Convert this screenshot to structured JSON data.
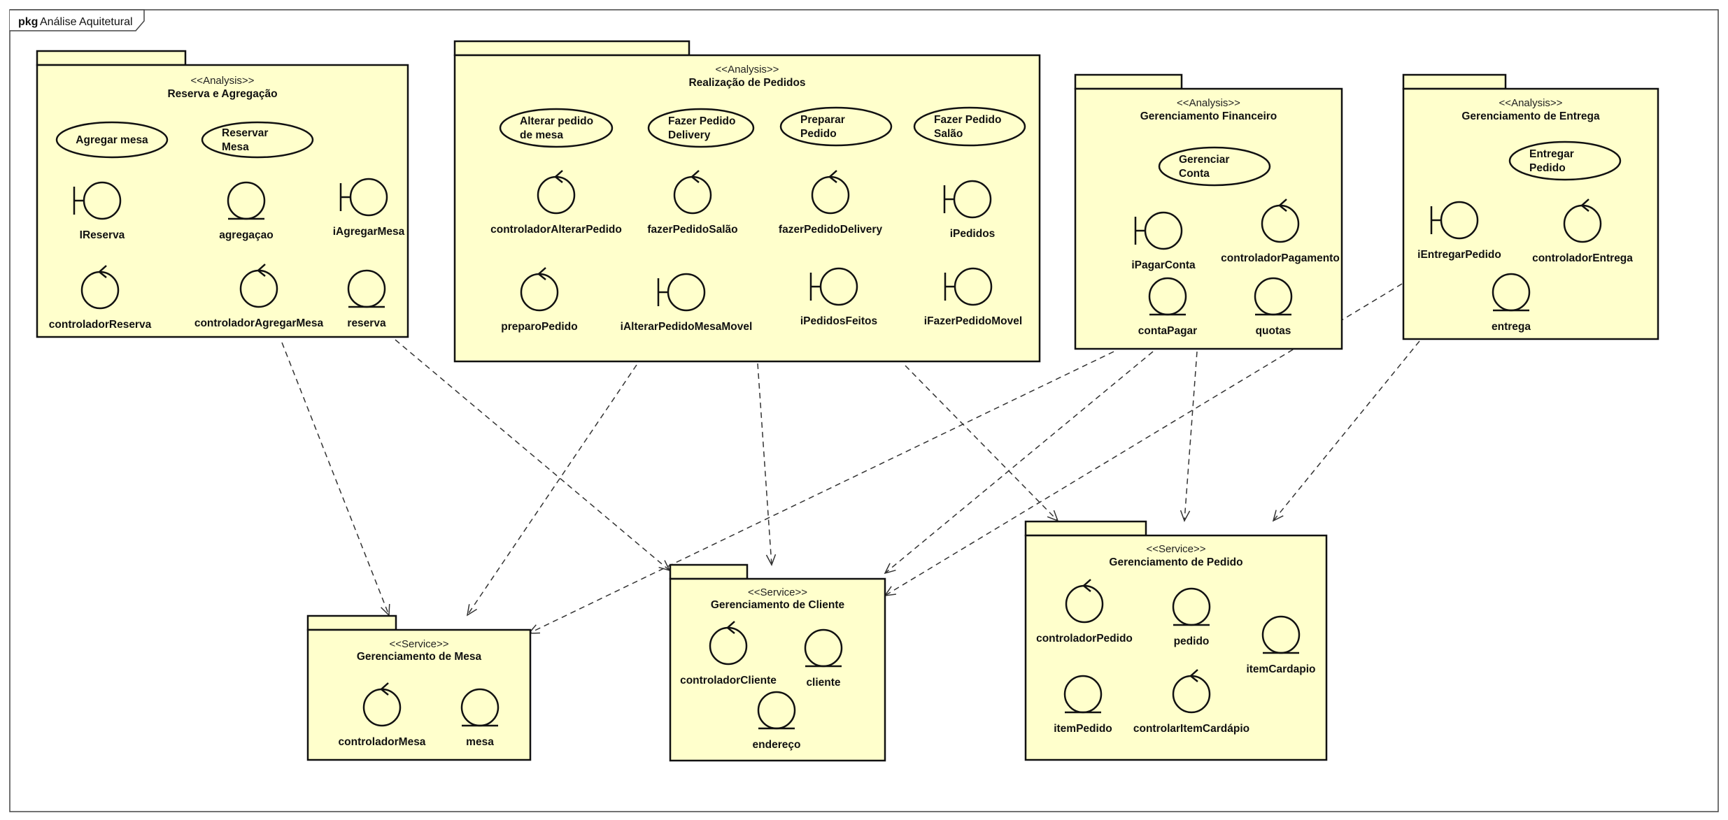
{
  "frame": {
    "keyword": "pkg",
    "name": "Análise Aquitetural"
  },
  "packages": [
    {
      "id": "reserva",
      "stereotype": "<<Analysis>>",
      "name": "Reserva e Agregação",
      "usecases": [
        {
          "lines": [
            "Agregar mesa"
          ]
        },
        {
          "lines": [
            "Reservar",
            "Mesa"
          ]
        }
      ],
      "elements": [
        {
          "kind": "boundary",
          "label": "IReserva"
        },
        {
          "kind": "entity",
          "label": "agregaçao"
        },
        {
          "kind": "boundary",
          "label": "iAgregarMesa"
        },
        {
          "kind": "control",
          "label": "controladorReserva"
        },
        {
          "kind": "control",
          "label": "controladorAgregarMesa"
        },
        {
          "kind": "entity",
          "label": "reserva"
        }
      ]
    },
    {
      "id": "pedidos",
      "stereotype": "<<Analysis>>",
      "name": "Realização de Pedidos",
      "usecases": [
        {
          "lines": [
            "Alterar pedido",
            "de mesa"
          ]
        },
        {
          "lines": [
            "Fazer Pedido",
            "Delivery"
          ]
        },
        {
          "lines": [
            "Preparar",
            "Pedido"
          ]
        },
        {
          "lines": [
            "Fazer Pedido",
            "Salão"
          ]
        }
      ],
      "elements": [
        {
          "kind": "control",
          "label": "controladorAlterarPedido"
        },
        {
          "kind": "control",
          "label": "fazerPedidoSalão"
        },
        {
          "kind": "control",
          "label": "fazerPedidoDelivery"
        },
        {
          "kind": "boundary",
          "label": "iPedidos"
        },
        {
          "kind": "control",
          "label": "preparoPedido"
        },
        {
          "kind": "boundary",
          "label": "iAlterarPedidoMesaMovel"
        },
        {
          "kind": "boundary",
          "label": "iPedidosFeitos"
        },
        {
          "kind": "boundary",
          "label": "iFazerPedidoMovel"
        }
      ]
    },
    {
      "id": "financeiro",
      "stereotype": "<<Analysis>>",
      "name": "Gerenciamento Financeiro",
      "usecases": [
        {
          "lines": [
            "Gerenciar",
            "Conta"
          ]
        }
      ],
      "elements": [
        {
          "kind": "boundary",
          "label": "iPagarConta"
        },
        {
          "kind": "control",
          "label": "controladorPagamento"
        },
        {
          "kind": "entity",
          "label": "contaPagar"
        },
        {
          "kind": "entity",
          "label": "quotas"
        }
      ]
    },
    {
      "id": "entrega",
      "stereotype": "<<Analysis>>",
      "name": "Gerenciamento de Entrega",
      "usecases": [
        {
          "lines": [
            "Entregar",
            "Pedido"
          ]
        }
      ],
      "elements": [
        {
          "kind": "boundary",
          "label": "iEntregarPedido"
        },
        {
          "kind": "control",
          "label": "controladorEntrega"
        },
        {
          "kind": "entity",
          "label": "entrega"
        }
      ]
    },
    {
      "id": "mesa",
      "stereotype": "<<Service>>",
      "name": "Gerenciamento de Mesa",
      "usecases": [],
      "elements": [
        {
          "kind": "control",
          "label": "controladorMesa"
        },
        {
          "kind": "entity",
          "label": "mesa"
        }
      ]
    },
    {
      "id": "cliente",
      "stereotype": "<<Service>>",
      "name": "Gerenciamento de Cliente",
      "usecases": [],
      "elements": [
        {
          "kind": "control",
          "label": "controladorCliente"
        },
        {
          "kind": "entity",
          "label": "cliente"
        },
        {
          "kind": "entity",
          "label": "endereço"
        }
      ]
    },
    {
      "id": "pedido",
      "stereotype": "<<Service>>",
      "name": "Gerenciamento de Pedido",
      "usecases": [],
      "elements": [
        {
          "kind": "control",
          "label": "controladorPedido"
        },
        {
          "kind": "entity",
          "label": "pedido"
        },
        {
          "kind": "entity",
          "label": "itemCardapio"
        },
        {
          "kind": "entity",
          "label": "itemPedido"
        },
        {
          "kind": "control",
          "label": "controlarItemCardápio"
        }
      ]
    }
  ],
  "dependencies": [
    {
      "from": "reserva",
      "to": "mesa"
    },
    {
      "from": "reserva",
      "to": "cliente"
    },
    {
      "from": "pedidos",
      "to": "mesa"
    },
    {
      "from": "pedidos",
      "to": "cliente"
    },
    {
      "from": "pedidos",
      "to": "pedido"
    },
    {
      "from": "financeiro",
      "to": "mesa"
    },
    {
      "from": "financeiro",
      "to": "cliente"
    },
    {
      "from": "financeiro",
      "to": "pedido"
    },
    {
      "from": "entrega",
      "to": "cliente"
    },
    {
      "from": "entrega",
      "to": "pedido"
    }
  ],
  "colors": {
    "package_fill": "#ffffcc",
    "line": "#111111",
    "background": "#ffffff"
  }
}
